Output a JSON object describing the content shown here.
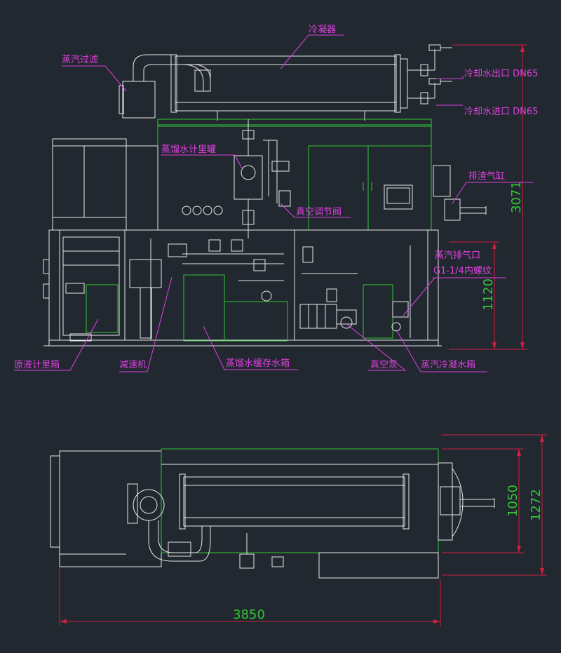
{
  "colors": {
    "background": "#212830",
    "equipment_line": "#e8e8e8",
    "frame_line": "#34c534",
    "label_text": "#e040e0",
    "leader_line": "#e040e0",
    "dimension_line": "#d02040",
    "dimension_text": "#34c534"
  },
  "labels": {
    "condenser": "冷凝器",
    "steam_filter": "蒸汽过滤",
    "cooling_water_outlet": "冷却水出口 DN65",
    "cooling_water_inlet": "冷却水进口 DN65",
    "distilled_water_metering_tank": "蒸馏水计里罐",
    "slag_discharge_cylinder": "排渣气缸",
    "vacuum_regulating_valve": "真空调节阀",
    "steam_exhaust_port": "蒸汽排气口",
    "steam_exhaust_thread": "G1-1/4内螺纹",
    "raw_liquid_metering_tank": "原液计里箱",
    "reducer": "减速机",
    "distilled_water_buffer_tank": "蒸馏水缓存水箱",
    "vacuum_pump": "真空泵",
    "steam_condensate_tank": "蒸汽冷凝水箱"
  },
  "dimensions": {
    "total_height": "3071",
    "base_to_exhaust_height": "1120",
    "total_length": "3850",
    "frame_width": "1050",
    "total_width": "1272"
  }
}
